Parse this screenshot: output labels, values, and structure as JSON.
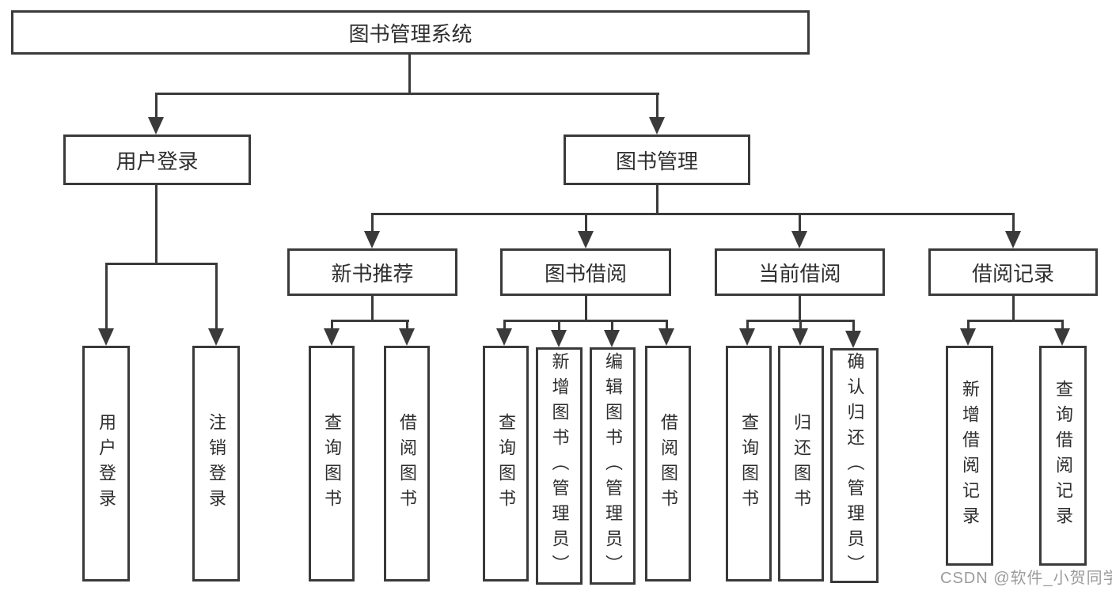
{
  "colors": {
    "line": "#3a3a3a",
    "text": "#2e2e2e",
    "watermark": "#9b9b9b",
    "background": "#ffffff"
  },
  "watermark": "CSDN @软件_小贺同学",
  "nodes": {
    "root": {
      "label": "图书管理系统"
    },
    "userLogin": {
      "label": "用户登录",
      "children": [
        {
          "label": "用户登录"
        },
        {
          "label": "注销登录"
        }
      ]
    },
    "bookManagement": {
      "label": "图书管理",
      "children": [
        {
          "label": "新书推荐",
          "children": [
            {
              "label": "查询图书"
            },
            {
              "label": "借阅图书"
            }
          ]
        },
        {
          "label": "图书借阅",
          "children": [
            {
              "label": "查询图书"
            },
            {
              "label": "新增图书（管理员）"
            },
            {
              "label": "编辑图书（管理员）"
            },
            {
              "label": "借阅图书"
            }
          ]
        },
        {
          "label": "当前借阅",
          "children": [
            {
              "label": "查询图书"
            },
            {
              "label": "归还图书"
            },
            {
              "label": "确认归还（管理员）"
            }
          ]
        },
        {
          "label": "借阅记录",
          "children": [
            {
              "label": "新增借阅记录"
            },
            {
              "label": "查询借阅记录"
            }
          ]
        }
      ]
    }
  }
}
